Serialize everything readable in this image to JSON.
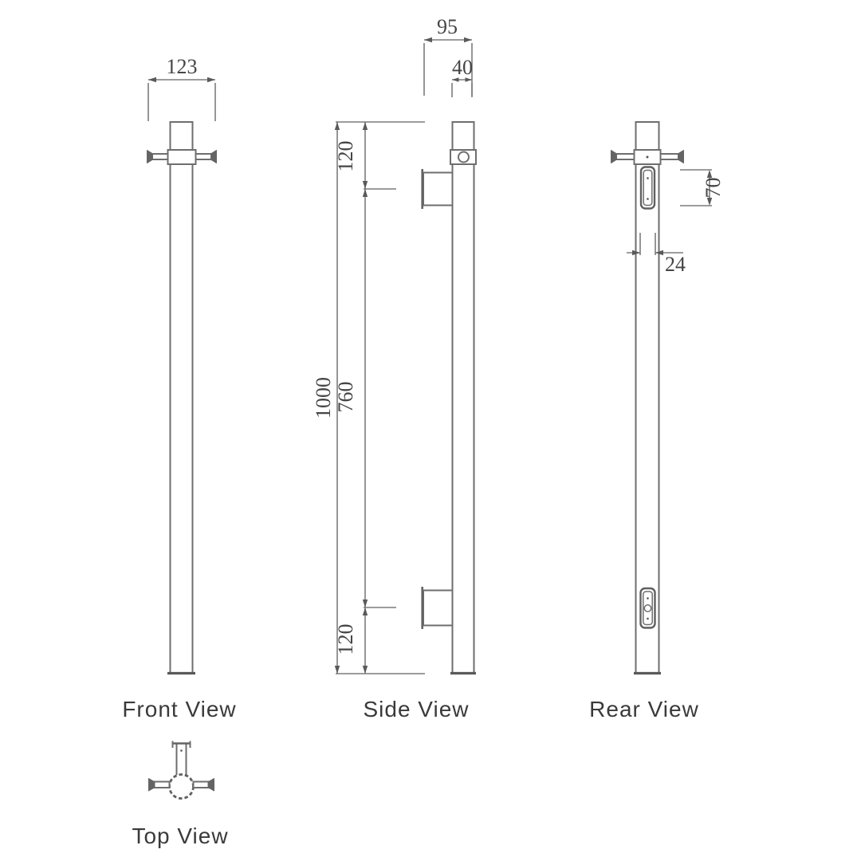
{
  "theme": {
    "background": "#ffffff",
    "line_color": "#6e6e6e",
    "dimension_line_color": "#7c7c7c",
    "label_color": "#3a3a3a",
    "dimension_text_color": "#454545"
  },
  "views": {
    "front": {
      "label": "Front View"
    },
    "side": {
      "label": "Side View"
    },
    "rear": {
      "label": "Rear View"
    },
    "top": {
      "label": "Top View"
    }
  },
  "dimensions": {
    "front_overall_width": "123",
    "side_overall_depth": "95",
    "side_bar_depth": "40",
    "side_top_offset": "120",
    "side_overall_height": "1000",
    "side_bracket_spacing": "760",
    "side_bottom_offset": "120",
    "rear_plate_height": "70",
    "rear_plate_width": "24"
  }
}
